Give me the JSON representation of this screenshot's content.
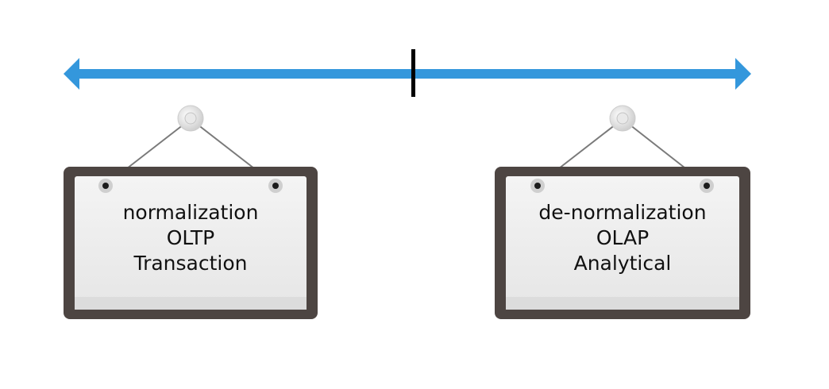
{
  "colors": {
    "arrow": "#3497dc",
    "tick": "#000000",
    "frame": "#4d4542",
    "board": "#eaeaea",
    "string": "#7a7a7a",
    "hook": "#d8d8d8"
  },
  "signs": [
    {
      "lines": [
        "normalization",
        "OLTP",
        "Transaction"
      ]
    },
    {
      "lines": [
        "de-normalization",
        "OLAP",
        "Analytical"
      ]
    }
  ]
}
